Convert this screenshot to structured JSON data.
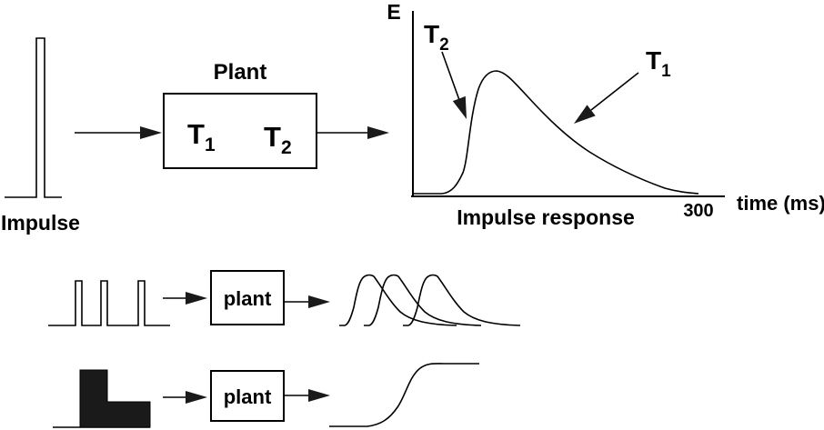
{
  "colors": {
    "ink": "#000000",
    "background": "#ffffff"
  },
  "top_row": {
    "impulse_label": "Impulse",
    "plant_box": {
      "title": "Plant",
      "t1_base": "T",
      "t1_sub": "1",
      "t2_base": "T",
      "t2_sub": "2"
    },
    "graph": {
      "y_label": "E",
      "x_label": "time (ms)",
      "x_tick": "300",
      "caption": "Impulse response",
      "annotation_t2_base": "T",
      "annotation_t2_sub": "2",
      "annotation_t1_base": "T",
      "annotation_t1_sub": "1"
    }
  },
  "middle_row": {
    "plant_label": "plant"
  },
  "bottom_row": {
    "plant_label": "plant"
  }
}
